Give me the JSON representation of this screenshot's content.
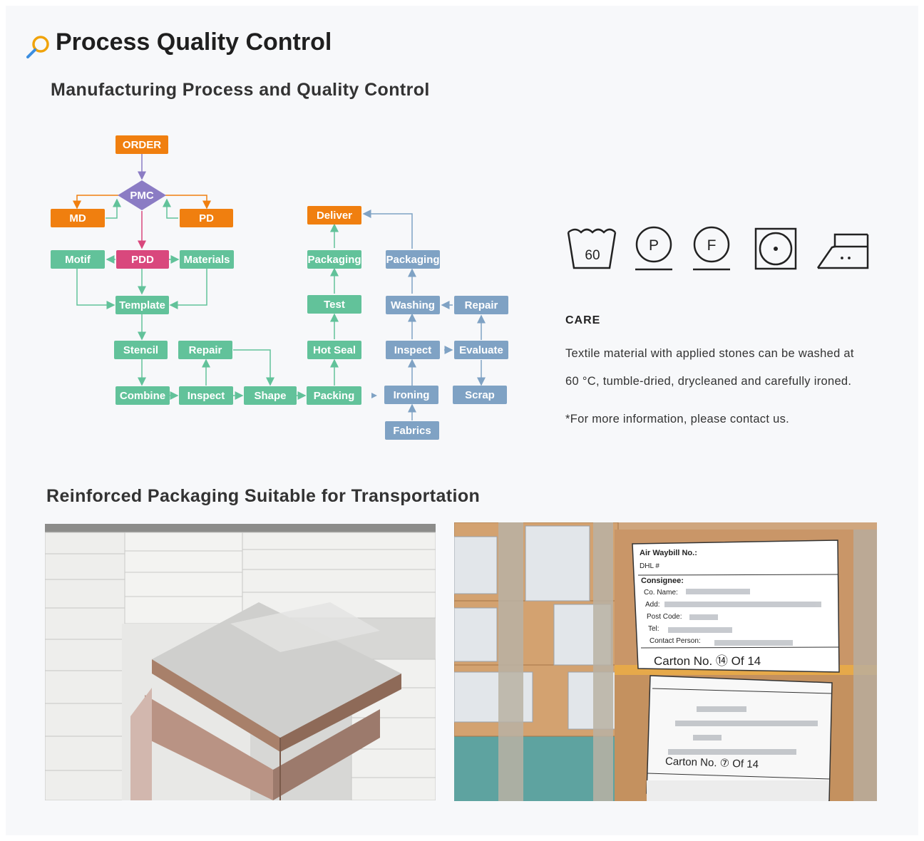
{
  "header": {
    "title": "Process Quality Control"
  },
  "sections": {
    "process_title": "Manufacturing Process and Quality Control",
    "packaging_title": "Reinforced Packaging Suitable for Transportation"
  },
  "flow": {
    "order": "ORDER",
    "pmc": "PMC",
    "md": "MD",
    "pd": "PD",
    "motif": "Motif",
    "pdd": "PDD",
    "materials": "Materials",
    "template": "Template",
    "stencil": "Stencil",
    "repair_left": "Repair",
    "combine": "Combine",
    "inspect_left": "Inspect",
    "shape": "Shape",
    "packing": "Packing",
    "hot_seal": "Hot Seal",
    "test": "Test",
    "packaging_mid": "Packaging",
    "deliver": "Deliver",
    "packaging_right": "Packaging",
    "washing": "Washing",
    "inspect_right": "Inspect",
    "ironing": "Ironing",
    "fabrics": "Fabrics",
    "repair_right": "Repair",
    "evaluate": "Evaluate",
    "scrap": "Scrap"
  },
  "care": {
    "symbols": {
      "wash_temp": "60",
      "dryclean_p": "P",
      "dryclean_f": "F"
    },
    "title": "CARE",
    "line1": "Textile material with applied stones can be washed at",
    "line2": "60 °C,  tumble-dried, drycleaned and carefully ironed.",
    "note": "*For more information, please contact us."
  },
  "label_photo": {
    "air_waybill": "Air Waybill No.:",
    "dhl": "DHL #",
    "consignee": "Consignee:",
    "co_name": "Co. Name:",
    "add": "Add:",
    "post_code": "Post Code:",
    "tel": "Tel:",
    "contact_person": "Contact Person:",
    "carton_top": "Carton No. ⑭ Of 14",
    "carton_bottom": "Carton No. ⑦ Of 14"
  },
  "colors": {
    "orange": "#f07f0f",
    "pink": "#d9487d",
    "purple": "#8b7cc4",
    "green": "#62c29a",
    "blue": "#7fa2c4",
    "search_icon": "#f0a30a"
  }
}
